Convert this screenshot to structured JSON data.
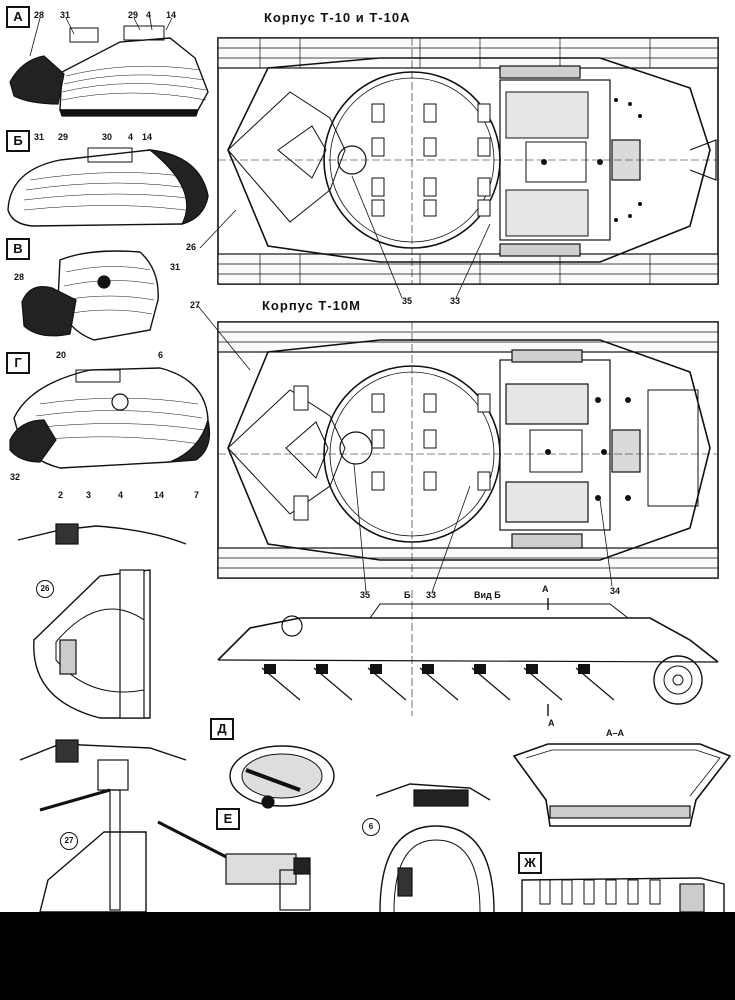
{
  "titles": {
    "hull_top": "Корпус  Т-10  и  Т-10А",
    "hull_bottom": "Корпус  Т-10М"
  },
  "views": {
    "a": "А",
    "b": "Б",
    "v": "В",
    "g": "Г",
    "d": "Д",
    "e": "Е",
    "zh": "Ж"
  },
  "callouts_a": {
    "n28": "28",
    "n31": "31",
    "n29": "29",
    "n4": "4",
    "n14": "14"
  },
  "callouts_b": {
    "n31": "31",
    "n29": "29",
    "n30": "30",
    "n4": "4",
    "n14": "14"
  },
  "callouts_v": {
    "n28": "28",
    "n31": "31"
  },
  "callouts_g": {
    "n20": "20",
    "n6": "6",
    "n32": "32",
    "n2": "2",
    "n3": "3",
    "n4": "4",
    "n14": "14",
    "n7": "7"
  },
  "callouts_hull": {
    "n26": "26",
    "n35a": "35",
    "n33a": "33",
    "n27": "27",
    "n35b": "35",
    "n33b": "33",
    "n34": "34",
    "b_arrow": "Б",
    "vid_b": "Вид Б"
  },
  "section": {
    "a_top": "А",
    "a_bot": "А",
    "aa": "А–А"
  },
  "circled": {
    "c26": "26",
    "c27": "27",
    "c6": "6"
  }
}
